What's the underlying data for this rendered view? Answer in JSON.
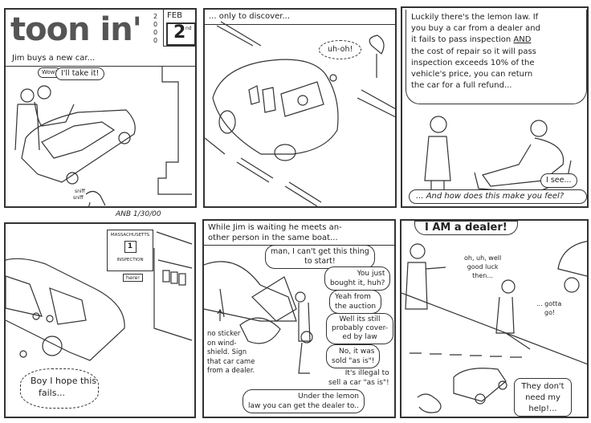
{
  "strip": {
    "title": "toon in'",
    "year": "2000",
    "month": "FEB",
    "day": "2",
    "day_suffix": "nd",
    "signature": "ANB 1/30/00"
  },
  "panels": [
    {
      "caption": "Jim buys a new car...",
      "speech": [
        "Wow!",
        "I'll take it!"
      ],
      "sfx": [
        "sniff",
        "sniff"
      ]
    },
    {
      "caption": "... only to discover...",
      "thought": "uh-oh!"
    },
    {
      "speech_top": "Luckily there's the lemon law. If you buy a car from a dealer and it fails to pass inspection AND the cost of repair so it will pass inspection exceeds 10% of the vehicle's price, you can return the car for a full refund...",
      "lines": [
        "Luckily there's the lemon law. If",
        "you buy a car from a dealer and",
        "it fails to pass inspection ",
        "AND",
        "the cost of repair so it will pass",
        "inspection exceeds 10% of the",
        "vehicle's price, you can return",
        "the car for a full refund..."
      ],
      "reply": "I see...",
      "speech_bottom": "... And how does this make you feel?"
    },
    {
      "sign_top": "MASSACHUSETTS",
      "sign_number": "1",
      "sign_bottom": "INSPECTION",
      "sign_tag": "here!",
      "thought": [
        "Boy I hope this",
        "fails..."
      ]
    },
    {
      "caption": [
        "While Jim is waiting he meets an-",
        "other person in the same boat..."
      ],
      "bubbles": [
        [
          "man, I can't get this thing",
          "to start!"
        ],
        [
          "You just",
          "bought it, huh?"
        ],
        [
          "Yeah from",
          "the auction"
        ],
        [
          "Well its still",
          "probably cover-",
          "ed by law"
        ],
        [
          "No, it was",
          "sold \"as is\"!"
        ],
        [
          "It's illegal to",
          "sell a car \"as is\"!"
        ],
        [
          "Under the lemon",
          "law you can get the dealer to.."
        ]
      ],
      "note": [
        "no sticker",
        "on wind-",
        "shield. Sign",
        "that car came",
        "from a dealer."
      ]
    },
    {
      "shout": "I AM a dealer!",
      "reply": [
        "oh, uh, well",
        "good luck",
        "then..."
      ],
      "aside": [
        "... gotta",
        "go!"
      ],
      "box": [
        "They don't",
        "need my",
        "help!..."
      ]
    }
  ]
}
